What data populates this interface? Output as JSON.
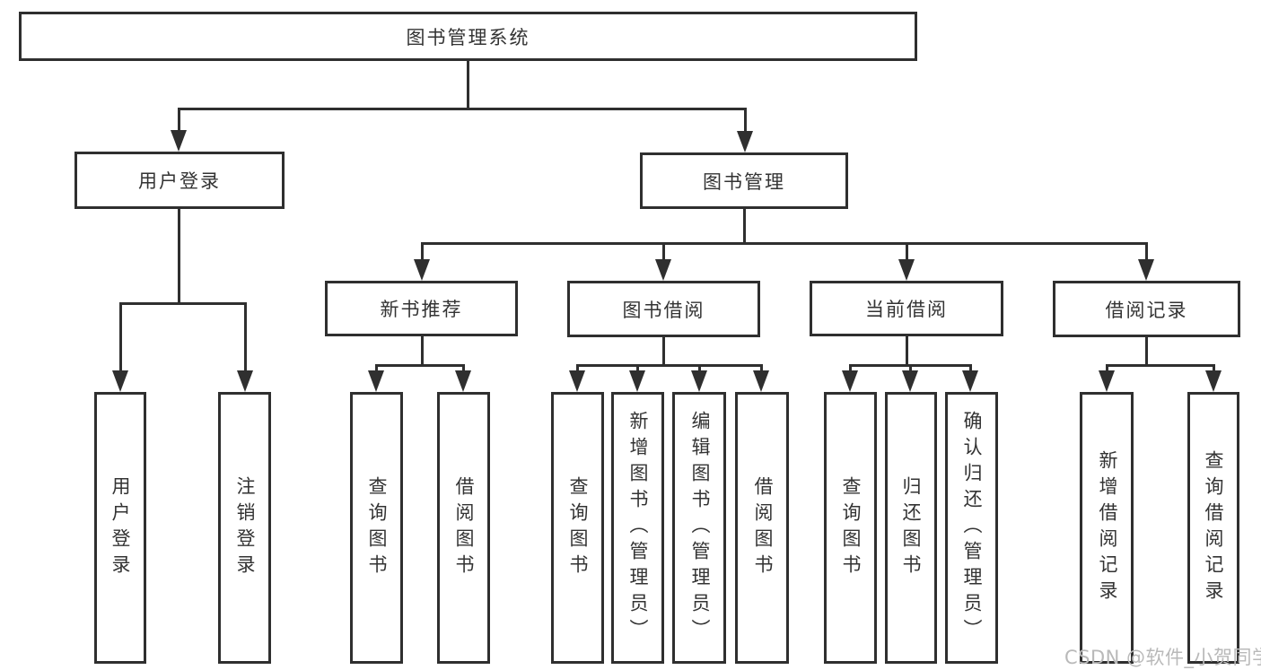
{
  "diagram_type": "functional-structure-tree",
  "colors": {
    "line": "#2f2f2f",
    "text": "#333333",
    "background": "#ffffff",
    "watermark": "#b9b9b9"
  },
  "tree": {
    "root": {
      "label": "图书管理系统"
    },
    "children": [
      {
        "label": "用户登录",
        "children": [
          {
            "label": "用户登录"
          },
          {
            "label": "注销登录"
          }
        ]
      },
      {
        "label": "图书管理",
        "children": [
          {
            "label": "新书推荐",
            "children": [
              {
                "label": "查询图书"
              },
              {
                "label": "借阅图书"
              }
            ]
          },
          {
            "label": "图书借阅",
            "children": [
              {
                "label": "查询图书"
              },
              {
                "label": "新增图书（管理员）"
              },
              {
                "label": "编辑图书（管理员）"
              },
              {
                "label": "借阅图书"
              }
            ]
          },
          {
            "label": "当前借阅",
            "children": [
              {
                "label": "查询图书"
              },
              {
                "label": "归还图书"
              },
              {
                "label": "确认归还（管理员）"
              }
            ]
          },
          {
            "label": "借阅记录",
            "children": [
              {
                "label": "新增借阅记录"
              },
              {
                "label": "查询借阅记录"
              }
            ]
          }
        ]
      }
    ]
  },
  "watermark": {
    "text": "CSDN @软件_小贺同学"
  }
}
